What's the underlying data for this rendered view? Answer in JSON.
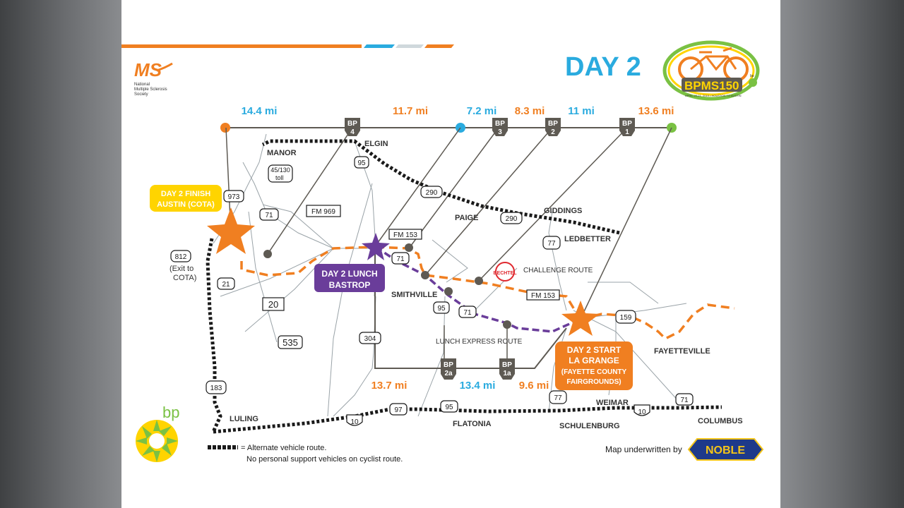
{
  "title": "DAY 2",
  "org": {
    "logo_text": "MS",
    "name_lines": [
      "National",
      "Multiple Sclerosis",
      "Society"
    ]
  },
  "event_logo": {
    "text": "BPMS150",
    "tagline": "APRIL 20-21, 2019 • HOUSTON TO AUSTIN",
    "badge": "bp"
  },
  "segments": [
    {
      "distance": "14.4 mi",
      "color": "#2aabdf"
    },
    {
      "distance": "11.7 mi",
      "color": "#f07f21"
    },
    {
      "distance": "7.2 mi",
      "color": "#2aabdf"
    },
    {
      "distance": "8.3 mi",
      "color": "#f07f21"
    },
    {
      "distance": "11 mi",
      "color": "#2aabdf"
    },
    {
      "distance": "13.6 mi",
      "color": "#f07f21"
    }
  ],
  "bottom_segments": [
    {
      "distance": "13.7 mi",
      "color": "#f07f21"
    },
    {
      "distance": "13.4 mi",
      "color": "#2aabdf"
    },
    {
      "distance": "9.6 mi",
      "color": "#f07f21"
    }
  ],
  "break_points": [
    {
      "label": [
        "BP",
        "4"
      ]
    },
    {
      "label": [
        "BP",
        "3"
      ]
    },
    {
      "label": [
        "BP",
        "2"
      ]
    },
    {
      "label": [
        "BP",
        "1"
      ]
    },
    {
      "label": [
        "BP",
        "2a"
      ]
    },
    {
      "label": [
        "BP",
        "1a"
      ]
    }
  ],
  "towns": [
    "MANOR",
    "ELGIN",
    "PAIGE",
    "GIDDINGS",
    "LEDBETTER",
    "SMITHVILLE",
    "FAYETTEVILLE",
    "WEIMAR",
    "COLUMBUS",
    "FLATONIA",
    "SCHULENBURG",
    "LULING"
  ],
  "highways": [
    "45/130\ntoll",
    "973",
    "71",
    "FM 969",
    "95",
    "290",
    "FM 153",
    "290",
    "77",
    "71",
    "812",
    "21",
    "20",
    "535",
    "304",
    "95",
    "71",
    "FM 153",
    "159",
    "183",
    "97",
    "95",
    "10",
    "77",
    "10",
    "71"
  ],
  "exit_note": [
    "(Exit to",
    "COTA)"
  ],
  "callouts": {
    "finish": [
      "DAY 2 FINISH",
      "AUSTIN (COTA)"
    ],
    "lunch": [
      "DAY 2 LUNCH",
      "BASTROP"
    ],
    "start": [
      "DAY 2 START",
      "LA GRANGE",
      "(FAYETTE COUNTY",
      "FAIRGROUNDS)"
    ]
  },
  "route_labels": {
    "challenge": "CHALLENGE ROUTE",
    "lunch_express": "LUNCH EXPRESS ROUTE"
  },
  "sponsor_badge": "BECHTEL",
  "legend": {
    "line1": "= Alternate vehicle route.",
    "line2": "No personal support vehicles on cyclist route."
  },
  "underwritten": {
    "text": "Map underwritten by",
    "sponsor": "NOBLE"
  },
  "bp_logo_text": "bp",
  "colors": {
    "orange": "#f07f21",
    "blue": "#2aabdf",
    "green": "#7ac143",
    "purple": "#6a3d9a",
    "yellow": "#ffd400",
    "bp_gray": "#5e5a53"
  }
}
